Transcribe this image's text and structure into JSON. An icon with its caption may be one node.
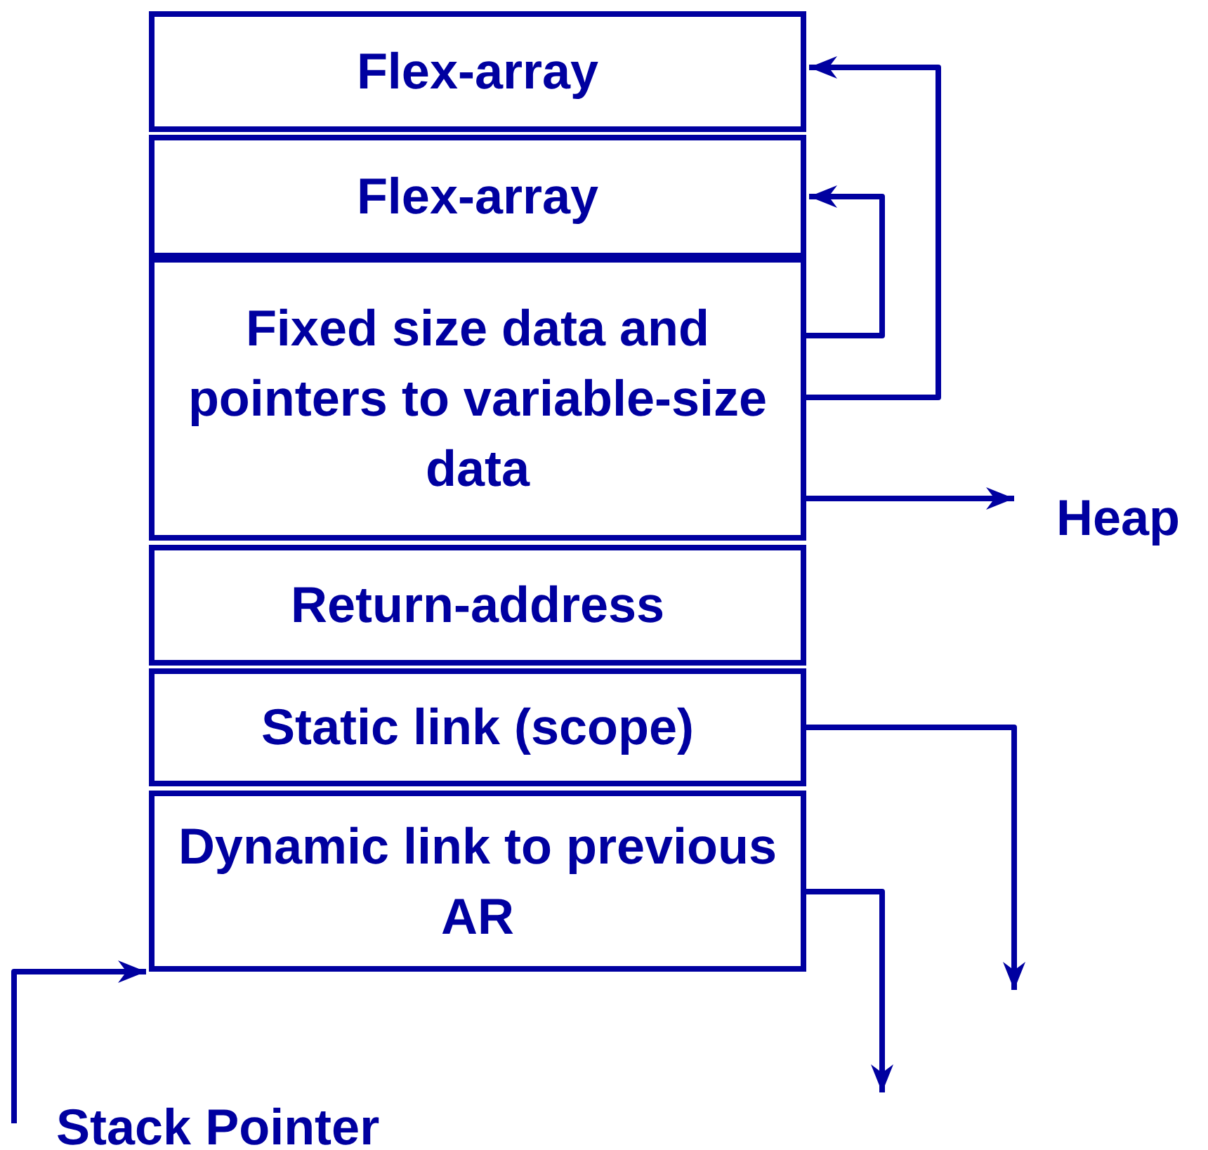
{
  "diagram": {
    "nodes": [
      {
        "text": [
          "Flex-array"
        ]
      },
      {
        "text": [
          "Flex-array"
        ]
      },
      {
        "text": [
          "Fixed size data and pointers to variable-size data"
        ]
      },
      {
        "text": [
          "Return-address"
        ]
      },
      {
        "text": [
          "Static link (scope)"
        ]
      },
      {
        "text": [
          "Dynamic link to previous AR"
        ]
      },
      {
        "text": [
          "Heap"
        ]
      },
      {
        "text": [
          "Stack Pointer"
        ]
      }
    ],
    "edges": [
      {
        "from": 2,
        "to": 0,
        "arrow": "to"
      },
      {
        "from": 2,
        "to": 1,
        "arrow": "to"
      },
      {
        "from": 2,
        "to": 6,
        "arrow": "to"
      },
      {
        "from": 4,
        "to": null,
        "arrow": "to"
      },
      {
        "from": 5,
        "to": null,
        "arrow": "to"
      },
      {
        "from": 7,
        "to": 5,
        "arrow": "to"
      }
    ]
  }
}
